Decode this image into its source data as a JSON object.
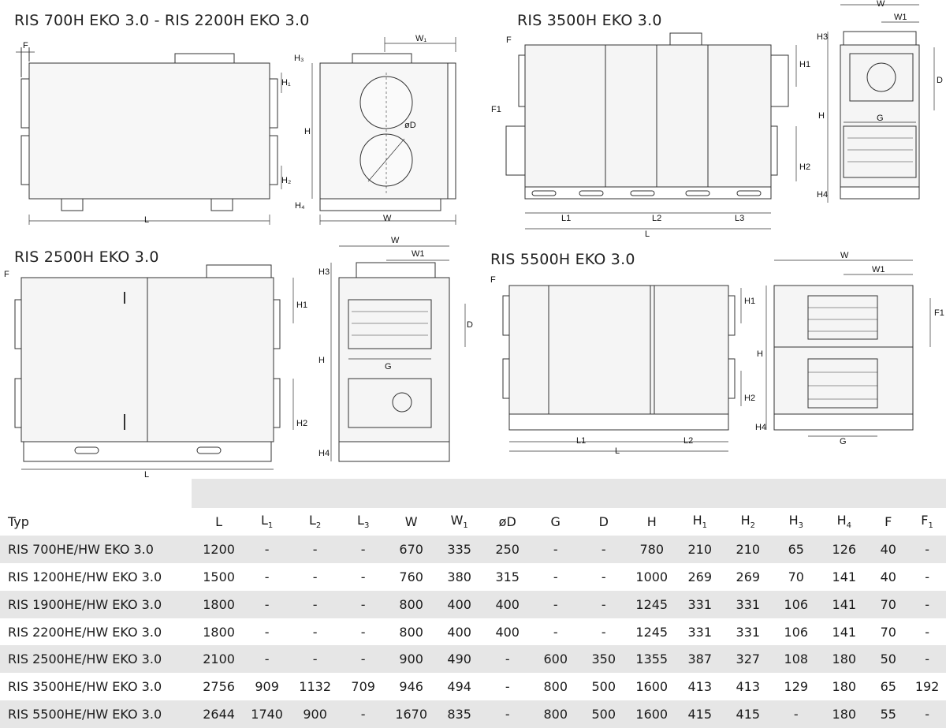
{
  "titles": {
    "small_units": "RIS 700H EKO 3.0 - RIS 2200H EKO 3.0",
    "unit_3500": "RIS 3500H EKO 3.0",
    "unit_2500": "RIS 2500H EKO 3.0",
    "unit_5500": "RIS 5500H EKO 3.0"
  },
  "drawing_labels": {
    "F": "F",
    "F1": "F1",
    "L": "L",
    "L1": "L1",
    "L2": "L2",
    "L3": "L3",
    "W": "W",
    "W1": "W1",
    "W1_sub": "W₁",
    "H": "H",
    "H1": "H1",
    "H2": "H2",
    "H3": "H3",
    "H4": "H4",
    "H1_sub": "H₁",
    "H2_sub": "H₂",
    "H3_sub": "H₃",
    "H4_sub": "H₄",
    "D": "D",
    "G": "G",
    "oD": "øD"
  },
  "table": {
    "header": {
      "typ": "Typ",
      "cols": [
        {
          "base": "L",
          "sub": ""
        },
        {
          "base": "L",
          "sub": "1"
        },
        {
          "base": "L",
          "sub": "2"
        },
        {
          "base": "L",
          "sub": "3"
        },
        {
          "base": "W",
          "sub": ""
        },
        {
          "base": "W",
          "sub": "1"
        },
        {
          "base": "øD",
          "sub": ""
        },
        {
          "base": "G",
          "sub": ""
        },
        {
          "base": "D",
          "sub": ""
        },
        {
          "base": "H",
          "sub": ""
        },
        {
          "base": "H",
          "sub": "1"
        },
        {
          "base": "H",
          "sub": "2"
        },
        {
          "base": "H",
          "sub": "3"
        },
        {
          "base": "H",
          "sub": "4"
        },
        {
          "base": "F",
          "sub": ""
        },
        {
          "base": "F",
          "sub": "1"
        }
      ]
    },
    "rows": [
      {
        "typ": "RIS 700HE/HW EKO 3.0",
        "v": [
          "1200",
          "-",
          "-",
          "-",
          "670",
          "335",
          "250",
          "-",
          "-",
          "780",
          "210",
          "210",
          "65",
          "126",
          "40",
          "-"
        ]
      },
      {
        "typ": "RIS 1200HE/HW EKO 3.0",
        "v": [
          "1500",
          "-",
          "-",
          "-",
          "760",
          "380",
          "315",
          "-",
          "-",
          "1000",
          "269",
          "269",
          "70",
          "141",
          "40",
          "-"
        ]
      },
      {
        "typ": "RIS 1900HE/HW EKO 3.0",
        "v": [
          "1800",
          "-",
          "-",
          "-",
          "800",
          "400",
          "400",
          "-",
          "-",
          "1245",
          "331",
          "331",
          "106",
          "141",
          "70",
          "-"
        ]
      },
      {
        "typ": "RIS 2200HE/HW EKO 3.0",
        "v": [
          "1800",
          "-",
          "-",
          "-",
          "800",
          "400",
          "400",
          "-",
          "-",
          "1245",
          "331",
          "331",
          "106",
          "141",
          "70",
          "-"
        ]
      },
      {
        "typ": "RIS 2500HE/HW EKO 3.0",
        "v": [
          "2100",
          "-",
          "-",
          "-",
          "900",
          "490",
          "-",
          "600",
          "350",
          "1355",
          "387",
          "327",
          "108",
          "180",
          "50",
          "-"
        ]
      },
      {
        "typ": "RIS 3500HE/HW EKO 3.0",
        "v": [
          "2756",
          "909",
          "1132",
          "709",
          "946",
          "494",
          "-",
          "800",
          "500",
          "1600",
          "413",
          "413",
          "129",
          "180",
          "65",
          "192"
        ]
      },
      {
        "typ": "RIS 5500HE/HW EKO 3.0",
        "v": [
          "2644",
          "1740",
          "900",
          "-",
          "1670",
          "835",
          "-",
          "800",
          "500",
          "1600",
          "415",
          "415",
          "-",
          "180",
          "55",
          "-"
        ]
      }
    ]
  }
}
